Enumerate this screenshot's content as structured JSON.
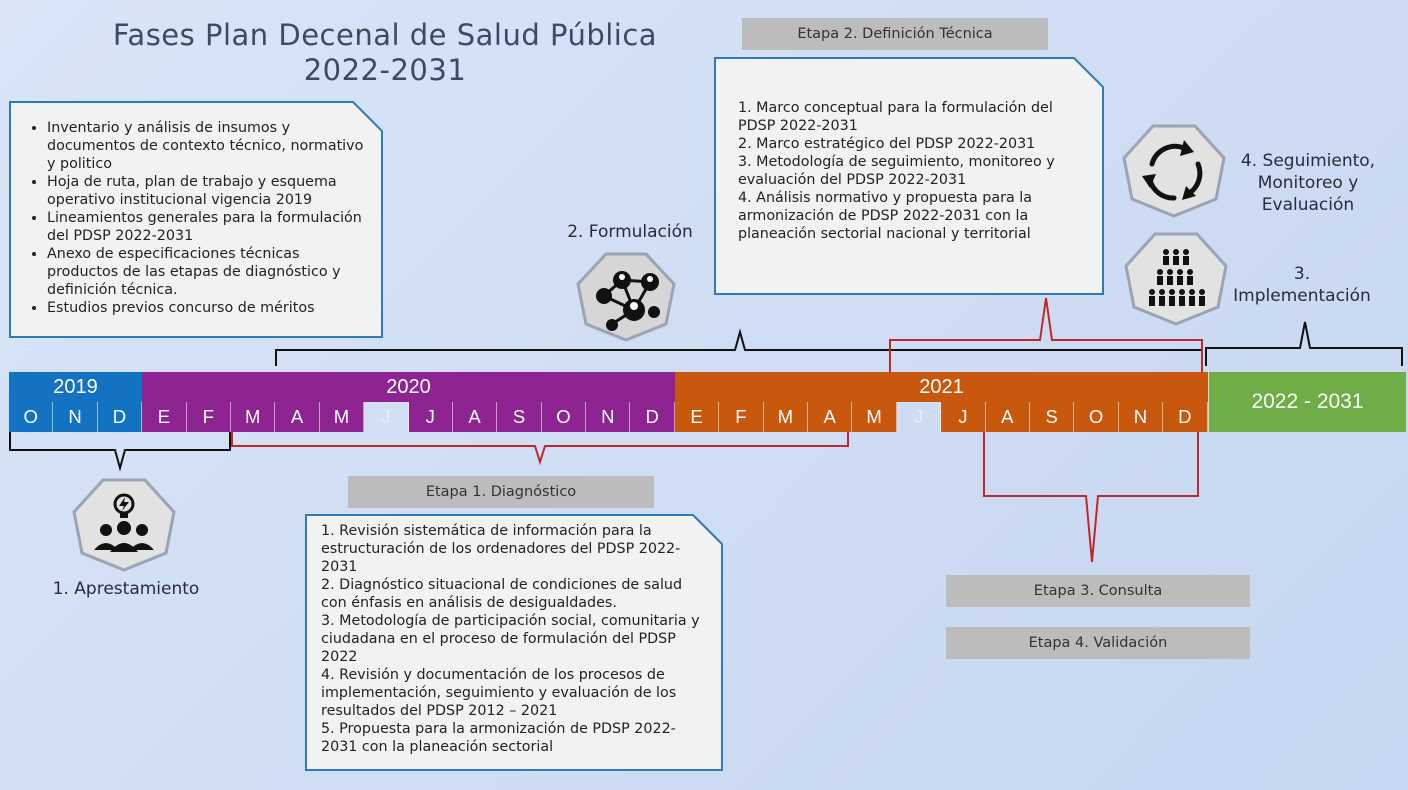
{
  "title": {
    "line1": "Fases Plan Decenal de Salud Pública",
    "line2": "2022-2031"
  },
  "phases": {
    "apprestamiento": "1. Aprestamiento",
    "formulacion": "2. Formulación",
    "implementacion_line1": "3.",
    "implementacion_line2": "Implementación",
    "seguimiento_line1": "4. Seguimiento,",
    "seguimiento_line2": "Monitoreo y",
    "seguimiento_line3": "Evaluación"
  },
  "stages": {
    "etapa1": "Etapa 1. Diagnóstico",
    "etapa2": "Etapa 2. Definición Técnica",
    "etapa3": "Etapa 3. Consulta",
    "etapa4": "Etapa 4. Validación"
  },
  "aprestamiento_box": {
    "items": [
      "Inventario y análisis de insumos y documentos de contexto técnico, normativo y politico",
      "Hoja de ruta, plan de trabajo y esquema operativo institucional vigencia 2019",
      "Lineamientos generales para la formulación del PDSP 2022-2031",
      "Anexo de especificaciones técnicas productos de las etapas de diagnóstico y definición técnica.",
      "Estudios previos concurso de méritos"
    ]
  },
  "definicion_box": {
    "items": [
      "1. Marco conceptual para la formulación del PDSP 2022-2031",
      "2. Marco estratégico del PDSP 2022-2031",
      "3. Metodología de seguimiento, monitoreo y evaluación del PDSP 2022-2031",
      "4. Análisis normativo y propuesta para la armonización de PDSP 2022-2031 con la planeación sectorial nacional y territorial"
    ]
  },
  "diagnostico_box": {
    "items": [
      "1. Revisión sistemática de información para la estructuración de los ordenadores del PDSP 2022-2031",
      "2. Diagnóstico situacional de condiciones de salud con énfasis en análisis de desigualdades.",
      "3. Metodología de participación social, comunitaria y ciudadana en el proceso de formulación del PDSP 2022",
      "4. Revisión y documentación de los procesos de implementación, seguimiento y evaluación de los resultados del PDSP 2012 – 2021",
      "5. Propuesta para la armonización de PDSP 2022-2031 con la planeación sectorial"
    ]
  },
  "timeline": {
    "years": [
      "2019",
      "2020",
      "2021",
      "2022 - 2031"
    ],
    "months_2019": [
      "O",
      "N",
      "D"
    ],
    "months_2020": [
      "E",
      "F",
      "M",
      "A",
      "M",
      "J",
      "J",
      "A",
      "S",
      "O",
      "N",
      "D"
    ],
    "months_2021": [
      "E",
      "F",
      "M",
      "A",
      "M",
      "J",
      "J",
      "A",
      "S",
      "O",
      "N",
      "D"
    ]
  },
  "colors": {
    "y2019": "#1372c2",
    "y2020": "#8e2392",
    "y2021": "#c9580f",
    "y2022": "#6fad47",
    "bracket_red": "#c0282d",
    "bracket_black": "#111111",
    "box_border": "#2f7ab8"
  },
  "icons": {
    "apprestamiento": "people-idea-icon",
    "formulacion": "network-people-icon",
    "implementacion": "crowd-people-icon",
    "seguimiento": "cycle-arrows-icon"
  }
}
